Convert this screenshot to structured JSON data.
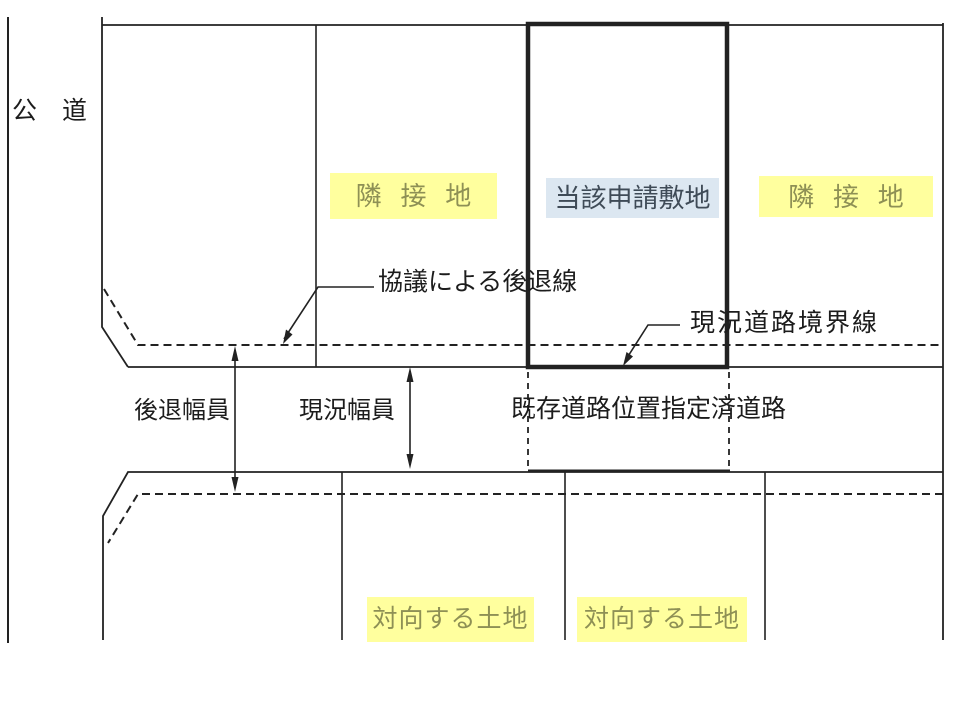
{
  "diagram": {
    "labels": {
      "public_road": "公道",
      "adjacent_land_left": "隣接地",
      "subject_site": "当該申請敷地",
      "adjacent_land_right": "隣接地",
      "negotiated_setback_line": "協議による後退線",
      "current_road_boundary_line": "現況道路境界線",
      "setback_width": "後退幅員",
      "current_width": "現況幅員",
      "existing_designated_road": "既存道路位置指定済道路",
      "opposite_land_left": "対向する土地",
      "opposite_land_right": "対向する土地"
    },
    "colors": {
      "line": "#222222",
      "highlight_yellow": "#ffff9e",
      "highlight_blue": "#dce7f1",
      "yellow_label_text": "#8e9055",
      "blue_label_text": "#3f4b57",
      "plain_text": "#1c1c1c"
    }
  }
}
